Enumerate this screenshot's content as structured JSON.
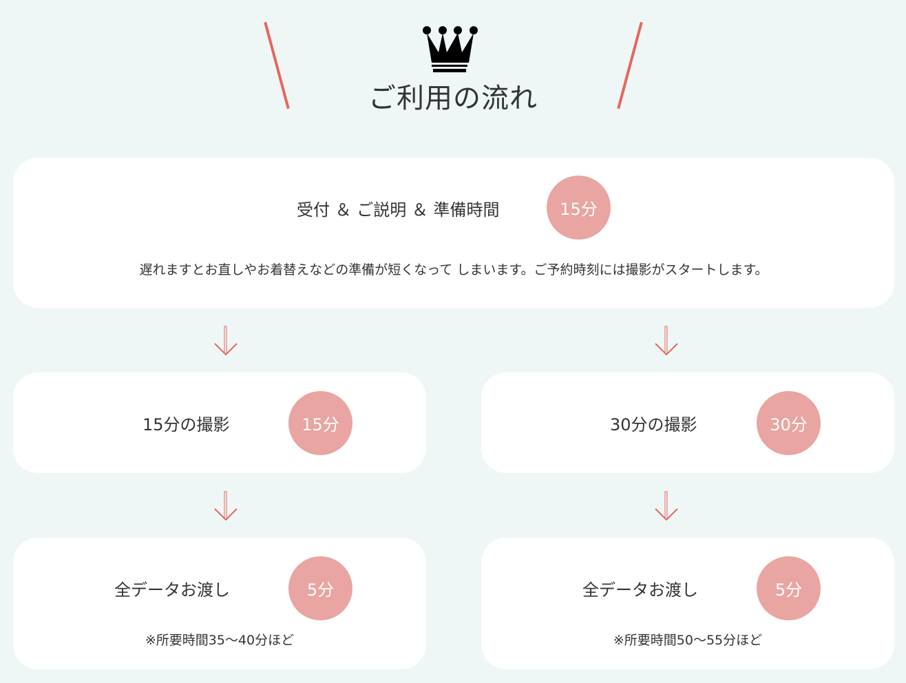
{
  "title": "ご利用の流れ",
  "icons": {
    "header": "crown-icon",
    "step": "arrow-down-icon"
  },
  "colors": {
    "accent": "#e5665c",
    "badge": "#e8a5a1",
    "background": "#eff7f6"
  },
  "step1": {
    "label": "受付 ＆ ご説明 ＆ 準備時間",
    "badge": "15分",
    "note": "遅れますとお直しやお着替えなどの準備が短くなって しまいます。ご予約時刻には撮影がスタートします。"
  },
  "left": {
    "shoot_label": "15分の撮影",
    "shoot_badge": "15分",
    "delivery_label": "全データお渡し",
    "delivery_badge": "5分",
    "note": "※所要時間35〜40分ほど"
  },
  "right": {
    "shoot_label": "30分の撮影",
    "shoot_badge": "30分",
    "delivery_label": "全データお渡し",
    "delivery_badge": "5分",
    "note": "※所要時間50〜55分ほど"
  }
}
